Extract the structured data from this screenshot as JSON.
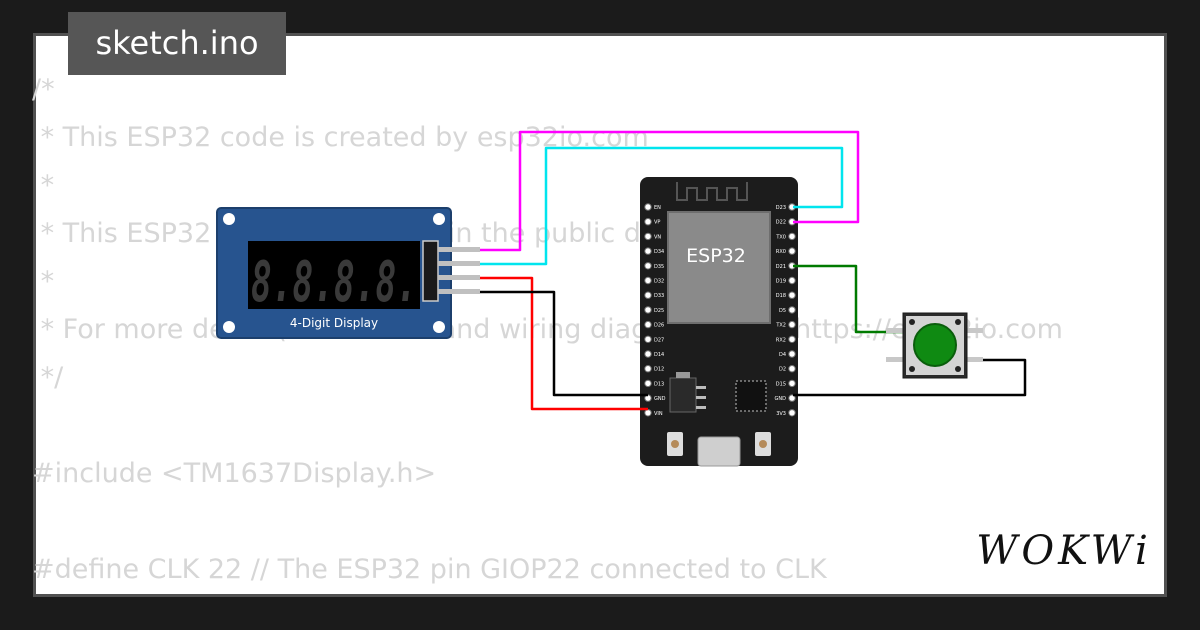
{
  "tab": {
    "title": "sketch.ino"
  },
  "code": {
    "lines": [
      "/*",
      " * This ESP32 code is created by esp32io.com",
      " *",
      " * This ESP32 code is released in the public domain",
      " *",
      " * For more detail (instruction and wiring diagram), visit https://esp32io.com",
      " */",
      "",
      "#include <TM1637Display.h>",
      "",
      "#define CLK 22 // The ESP32 pin GIOP22 connected to CLK"
    ]
  },
  "display": {
    "label": "4-Digit Display",
    "digits": "8.8.8.8."
  },
  "esp32": {
    "chip_label": "ESP32",
    "left_pins": [
      "EN",
      "VP",
      "VN",
      "D34",
      "D35",
      "D32",
      "D33",
      "D25",
      "D26",
      "D27",
      "D14",
      "D12",
      "D13",
      "GND",
      "VIN"
    ],
    "right_pins": [
      "D23",
      "D22",
      "TX0",
      "RX0",
      "D21",
      "D19",
      "D18",
      "D5",
      "TX2",
      "RX2",
      "D4",
      "D2",
      "D15",
      "GND",
      "3V3"
    ]
  },
  "logo": {
    "text": "WOKWi"
  },
  "colors": {
    "wire_clk": "#ff00ff",
    "wire_dio": "#00e5ee",
    "wire_vcc": "#ff0000",
    "wire_gnd": "#000000",
    "wire_button": "#007a00",
    "button": "#0f8a12",
    "display_board": "#27548f",
    "segment_off": "#3a3a3a"
  }
}
